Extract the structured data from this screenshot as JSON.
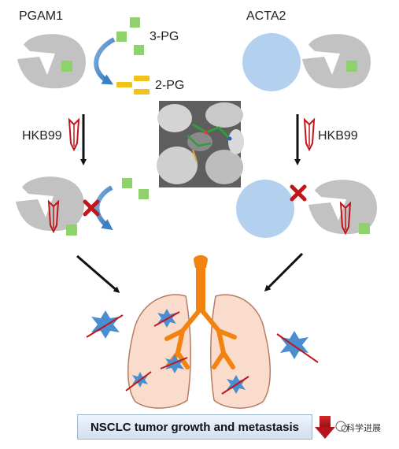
{
  "labels": {
    "pgam1": "PGAM1",
    "acta2": "ACTA2",
    "pg3": "3-PG",
    "pg2": "2-PG",
    "hkb99_left": "HKB99",
    "hkb99_right": "HKB99"
  },
  "banner": "NSCLC tumor growth and metastasis",
  "watermark": "科学进展",
  "colors": {
    "protein": "#c2c2c2",
    "substrate": "#8fd16a",
    "product": "#f1c21b",
    "acta2": "#b3d1ee",
    "inhibitor": "#c0161b",
    "arrow_blue": "#3b7fc4",
    "lung": "#f9dccc",
    "lung_outline": "#b97a62",
    "trachea": "#f2830f",
    "tumor": "#4a8ed1",
    "down_arrow": "#b5151a"
  }
}
